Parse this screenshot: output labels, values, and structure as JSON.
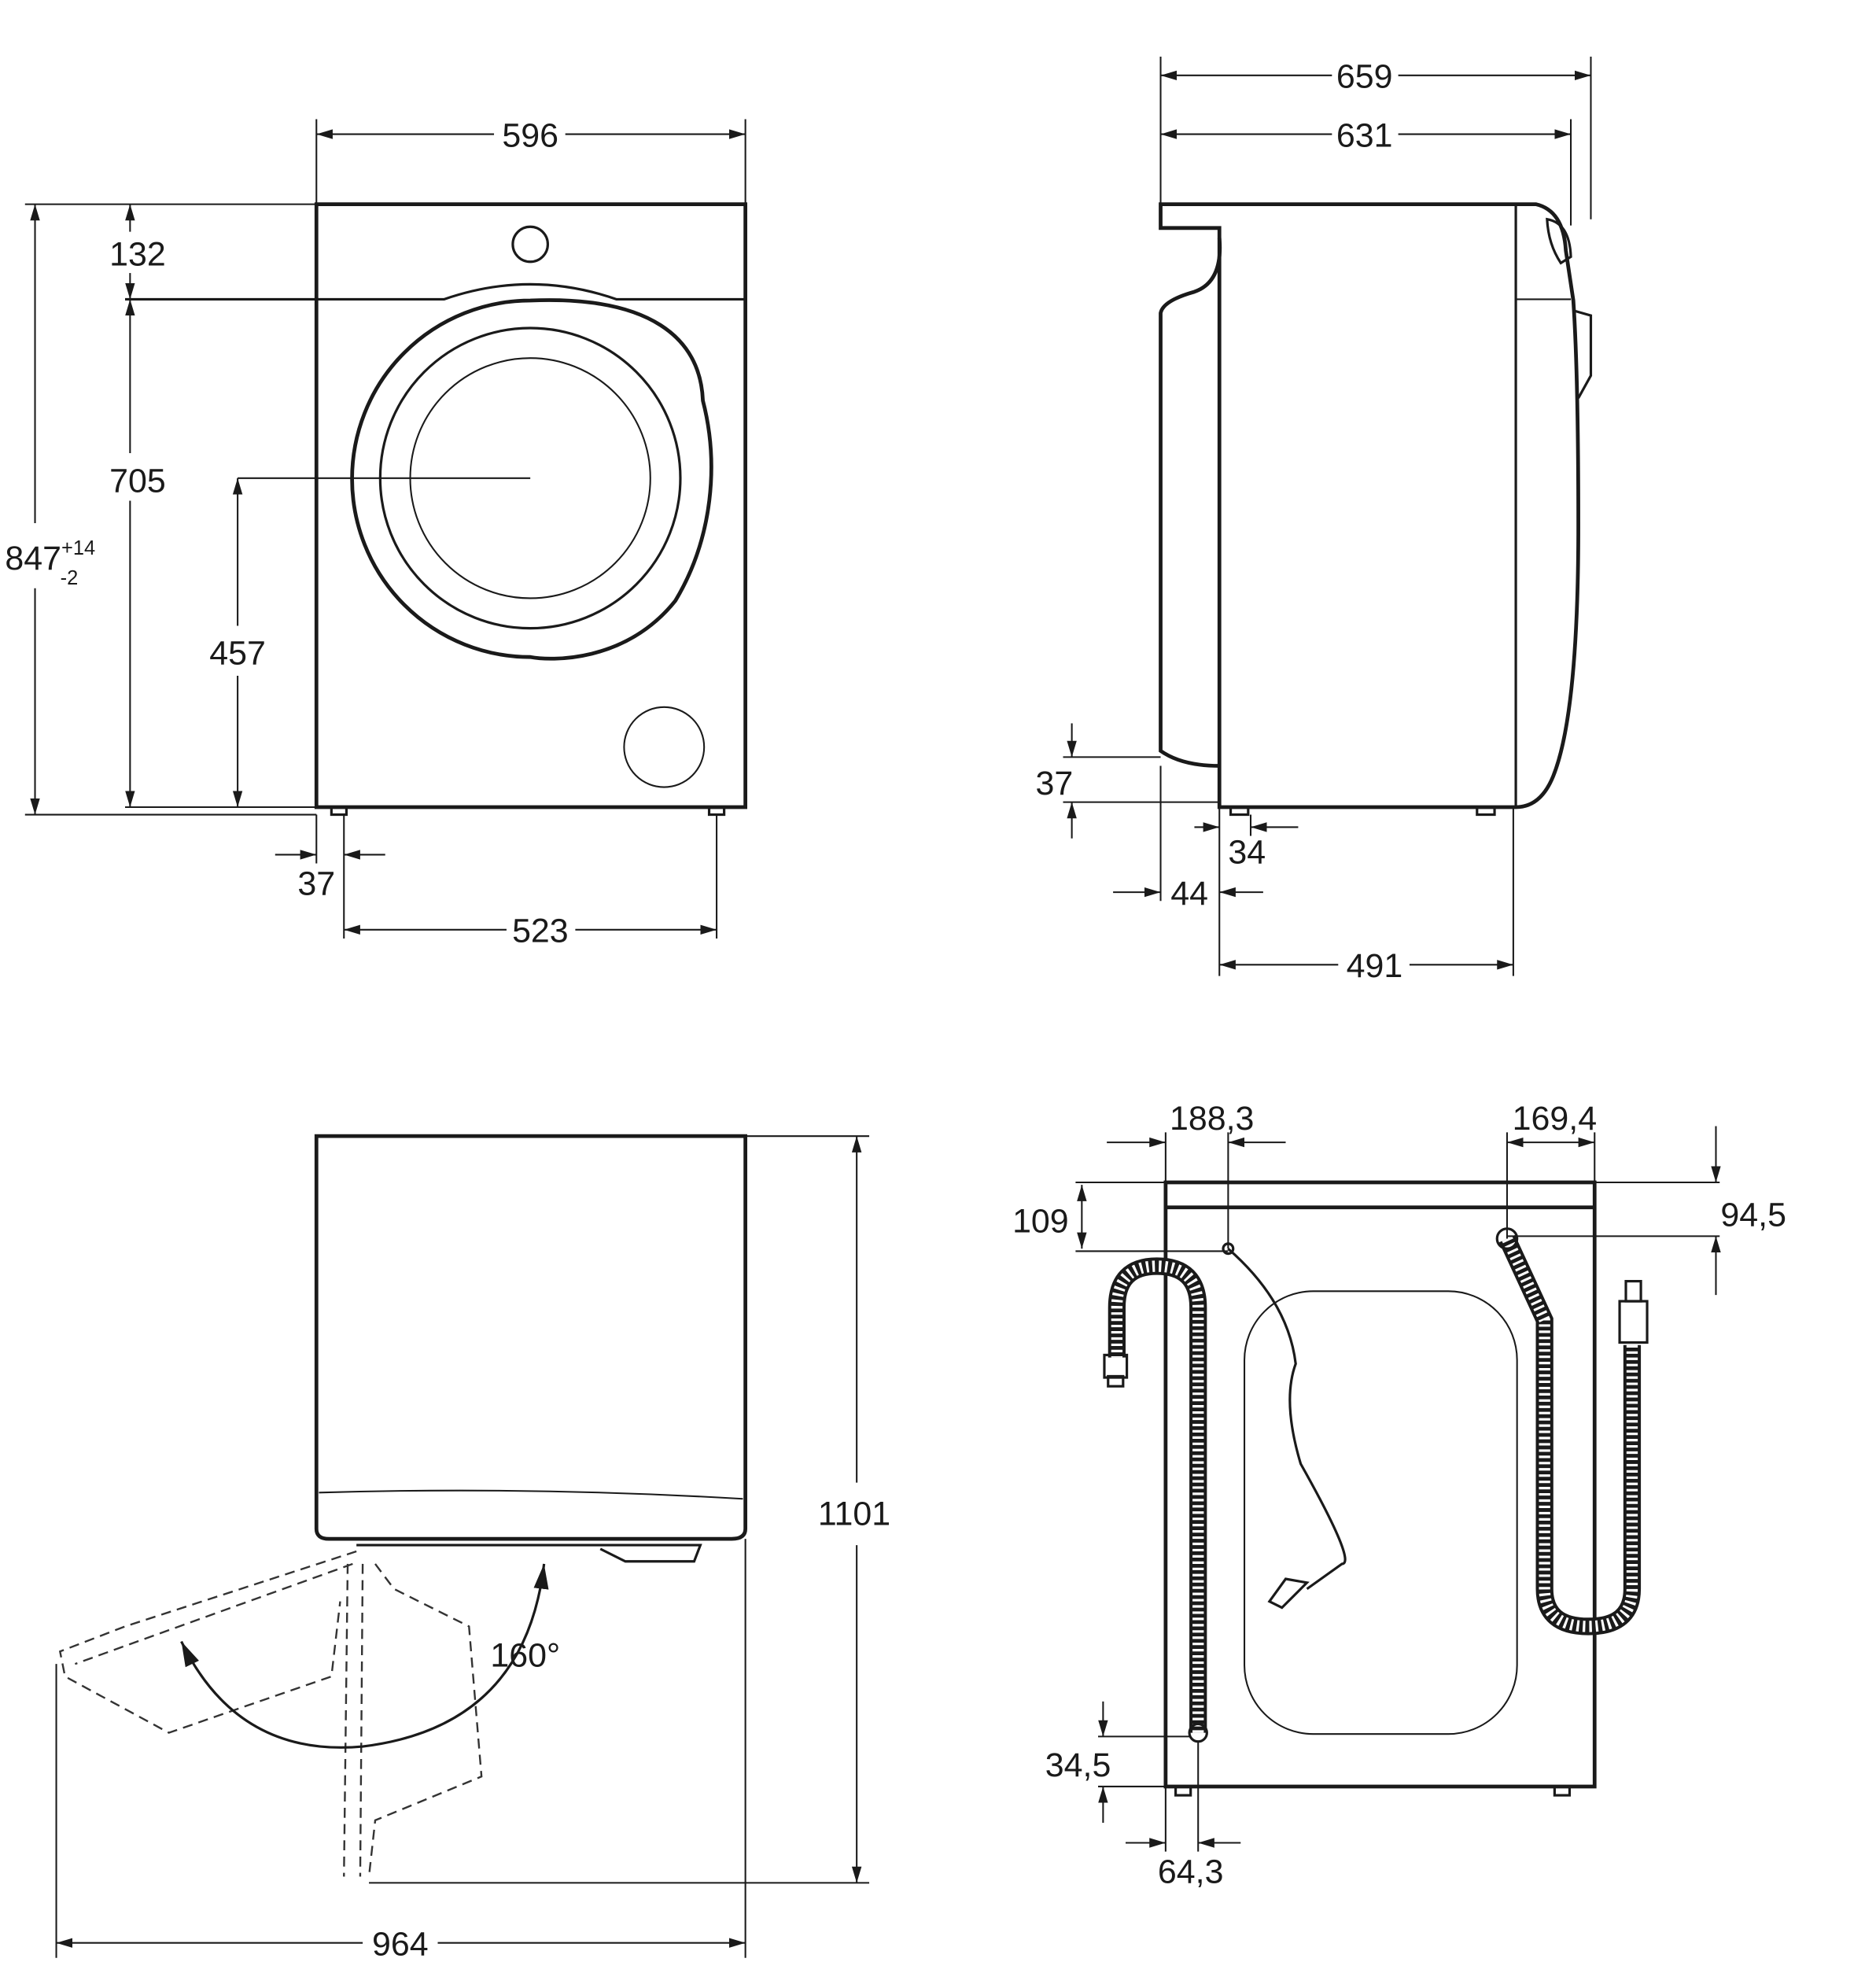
{
  "front_view": {
    "width": "596",
    "top_panel": "132",
    "height": "847",
    "height_tol_plus": "+14",
    "height_tol_minus": "-2",
    "door_top": "705",
    "door_center": "457",
    "foot_offset": "37",
    "feet_spacing": "523"
  },
  "side_view": {
    "depth_total": "659",
    "depth_body": "631",
    "bottom_clearance": "37",
    "foot_offset": "34",
    "front_offset": "44",
    "feet_depth": "491"
  },
  "top_view": {
    "door_open_depth": "1101",
    "door_open_width": "964",
    "door_angle": "160°"
  },
  "rear_view": {
    "power_cable_x": "188,3",
    "power_cable_y": "109",
    "inlet_x": "169,4",
    "inlet_y": "94,5",
    "drain_y": "34,5",
    "drain_x": "64,3"
  }
}
